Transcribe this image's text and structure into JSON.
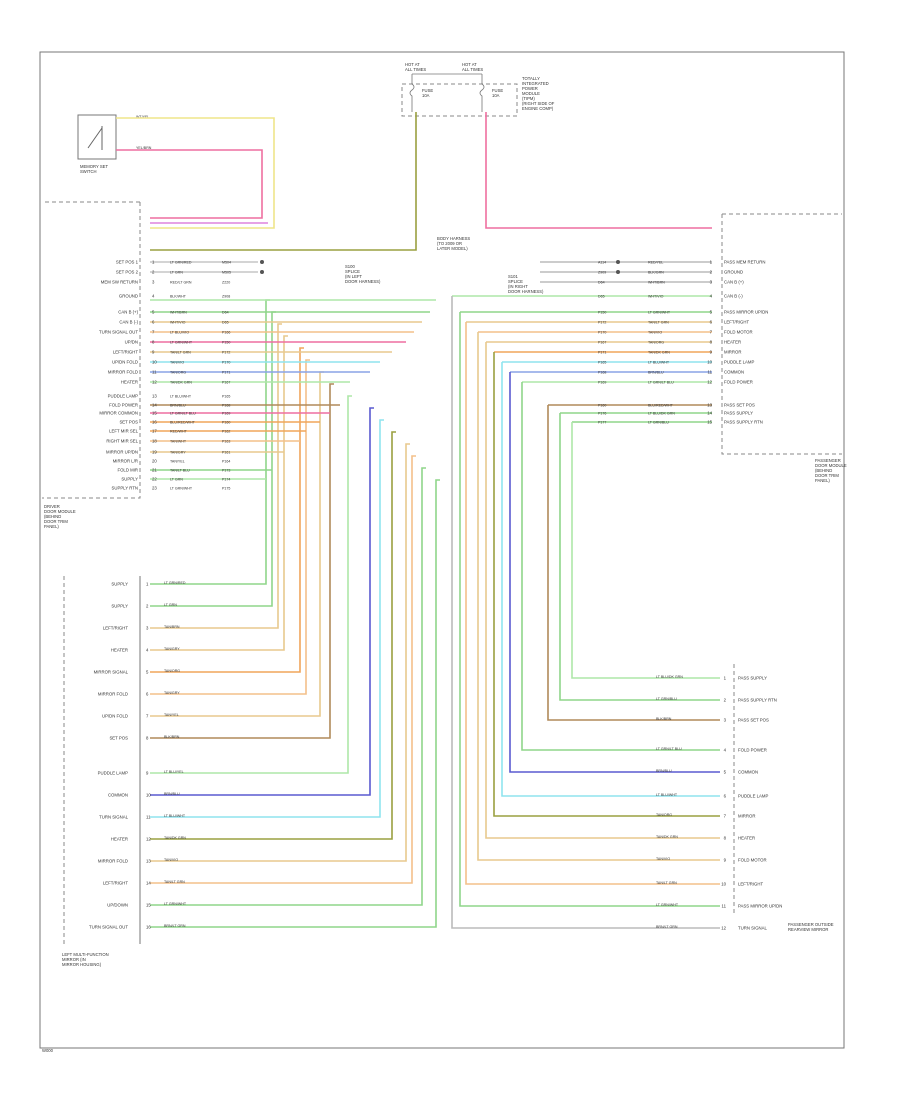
{
  "page_code": "W000",
  "fuse_header": {
    "left": {
      "title": "HOT AT\nALL TIMES",
      "fuse": "FUSE\n10A"
    },
    "right": {
      "title": "HOT AT\nALL TIMES",
      "fuse": "FUSE\n10A",
      "desc": "TOTALLY\nINTEGRATED\nPOWER\nMODULE\n(TIPM)\n(RIGHT SIDE OF\nENGINE COMP)"
    }
  },
  "memory_switch": {
    "label": "MEMORY SET\nSWITCH",
    "wire_top": "WT/YEL",
    "wire_bot": "YEL/BRN"
  },
  "splice_left": {
    "label": "S100\nSPLICE\n(IN LEFT\nDOOR HARNESS)"
  },
  "splice_right": {
    "label": "S101\nSPLICE\n(IN RIGHT\nDOOR HARNESS)"
  },
  "center_note": "BODY HARNESS\n(TO 2009 OR\nLATER MODEL)",
  "left_door_module": {
    "label": "DRIVER\nDOOR MODULE\n(BEHIND\nDOOR TRIM\nPANEL)",
    "pins": [
      {
        "num": "1",
        "name": "SET POS 1",
        "color": "LT GRN/RED",
        "wire": "M504"
      },
      {
        "num": "2",
        "name": "SET POS 2",
        "color": "LT GRN",
        "wire": "M505"
      },
      {
        "num": "3",
        "name": "MEM SW RETURN",
        "color": "RED/LT GRN",
        "wire": "Z220"
      },
      {
        "num": "4",
        "name": "GROUND",
        "color": "BLK/WHT",
        "wire": "Z908"
      },
      {
        "num": "5",
        "name": "CAN B (+)",
        "color": "WHT/BRN",
        "wire": "D64"
      },
      {
        "num": "6",
        "name": "CAN B (-)",
        "color": "WHT/VIO",
        "wire": "D65"
      },
      {
        "num": "7",
        "name": "TURN SIGNAL OUT",
        "color": "LT BLU/VIO",
        "wire": "P166"
      },
      {
        "num": "8",
        "name": "UP/DN",
        "color": "LT GRN/WHT",
        "wire": "P150"
      },
      {
        "num": "9",
        "name": "LEFT/RIGHT",
        "color": "TAN/LT GRN",
        "wire": "P172"
      },
      {
        "num": "10",
        "name": "UP/DN FOLD",
        "color": "TAN/VIO",
        "wire": "P170"
      },
      {
        "num": "11",
        "name": "MIRROR FOLD",
        "color": "TAN/ORG",
        "wire": "P171"
      },
      {
        "num": "12",
        "name": "HEATER",
        "color": "TAN/DK GRN",
        "wire": "P167"
      },
      {
        "num": "13",
        "name": "PUDDLE LAMP",
        "color": "LT BLU/WHT",
        "wire": "P165"
      },
      {
        "num": "14",
        "name": "FOLD POWER",
        "color": "BRN/BLU",
        "wire": "P168"
      },
      {
        "num": "15",
        "name": "MIRROR COMMON",
        "color": "LT GRN/LT BLU",
        "wire": "P169"
      },
      {
        "num": "16",
        "name": "SET POS",
        "color": "BLU/RED/WHT",
        "wire": "P160"
      },
      {
        "num": "17",
        "name": "LEFT MIR SEL",
        "color": "RED/WHT",
        "wire": "P162"
      },
      {
        "num": "18",
        "name": "RIGHT MIR SEL",
        "color": "TAN/WHT",
        "wire": "P163"
      },
      {
        "num": "19",
        "name": "MIRROR UP/DN",
        "color": "TAN/GRY",
        "wire": "P161"
      },
      {
        "num": "20",
        "name": "MIRROR L/R",
        "color": "TAN/YEL",
        "wire": "P164"
      },
      {
        "num": "21",
        "name": "FOLD MIR",
        "color": "TAN/LT BLU",
        "wire": "P173"
      },
      {
        "num": "22",
        "name": "SUPPLY",
        "color": "LT GRN",
        "wire": "P174"
      },
      {
        "num": "23",
        "name": "SUPPLY RTN",
        "color": "LT GRN/WHT",
        "wire": "P175"
      }
    ]
  },
  "right_door_module": {
    "label": "PASSENGER\nDOOR MODULE\n(BEHIND\nDOOR TRIM\nPANEL)",
    "pins": [
      {
        "num": "1",
        "name": "PASS MEM RETURN",
        "color": "RED/YEL",
        "wire": "A114"
      },
      {
        "num": "2",
        "name": "GROUND",
        "color": "BLK/GRN",
        "wire": "Z909"
      },
      {
        "num": "3",
        "name": "CAN B (+)",
        "color": "WHT/BRN",
        "wire": "D64"
      },
      {
        "num": "4",
        "name": "CAN B (-)",
        "color": "WHT/VIO",
        "wire": "D65"
      },
      {
        "num": "5",
        "name": "PASS MIRROR UP/DN",
        "color": "LT GRN/WHT",
        "wire": "P150"
      },
      {
        "num": "6",
        "name": "LEFT/RIGHT",
        "color": "TAN/LT GRN",
        "wire": "P172"
      },
      {
        "num": "7",
        "name": "FOLD MOTOR",
        "color": "TAN/VIO",
        "wire": "P170"
      },
      {
        "num": "8",
        "name": "HEATER",
        "color": "TAN/ORG",
        "wire": "P167"
      },
      {
        "num": "9",
        "name": "MIRROR",
        "color": "TAN/DK GRN",
        "wire": "P171"
      },
      {
        "num": "10",
        "name": "PUDDLE LAMP",
        "color": "LT BLU/WHT",
        "wire": "P165"
      },
      {
        "num": "11",
        "name": "COMMON",
        "color": "BRN/BLU",
        "wire": "P168"
      },
      {
        "num": "12",
        "name": "FOLD POWER",
        "color": "LT GRN/LT BLU",
        "wire": "P169"
      },
      {
        "num": "13",
        "name": "PASS SET POS",
        "color": "BLU/RED/WHT",
        "wire": "P160"
      },
      {
        "num": "14",
        "name": "PASS SUPPLY",
        "color": "LT BLU/DK GRN",
        "wire": "P176"
      },
      {
        "num": "15",
        "name": "PASS SUPPLY RTN",
        "color": "LT GRN/BLU",
        "wire": "P177"
      }
    ]
  },
  "left_mirror": {
    "label": "LEFT MULTI-FUNCTION\nMIRROR (IN\nMIRROR HOUSING)",
    "pins": [
      {
        "num": "1",
        "name": "SUPPLY",
        "color": "LT GRN/RED"
      },
      {
        "num": "2",
        "name": "SUPPLY",
        "color": "LT GRN"
      },
      {
        "num": "3",
        "name": "LEFT/RIGHT",
        "color": "TAN/BRN"
      },
      {
        "num": "4",
        "name": "HEATER",
        "color": "TAN/GRY"
      },
      {
        "num": "5",
        "name": "MIRROR SIGNAL",
        "color": "TAN/ORG"
      },
      {
        "num": "6",
        "name": "MIRROR FOLD",
        "color": "TAN/GRY"
      },
      {
        "num": "7",
        "name": "UP/DN FOLD",
        "color": "TAN/YEL"
      },
      {
        "num": "8",
        "name": "SET POS",
        "color": "BLK/BRN"
      },
      {
        "num": "9",
        "name": "PUDDLE LAMP",
        "color": "LT BLU/YEL"
      },
      {
        "num": "10",
        "name": "COMMON",
        "color": "BRN/BLU"
      },
      {
        "num": "11",
        "name": "TURN SIGNAL",
        "color": "LT BLU/WHT"
      },
      {
        "num": "12",
        "name": "HEATER",
        "color": "TAN/DK GRN"
      },
      {
        "num": "13",
        "name": "MIRROR FOLD",
        "color": "TAN/VIO"
      },
      {
        "num": "14",
        "name": "LEFT/RIGHT",
        "color": "TAN/LT GRN"
      },
      {
        "num": "15",
        "name": "UP/DOWN",
        "color": "LT GRN/WHT"
      },
      {
        "num": "16",
        "name": "TURN SIGNAL OUT",
        "color": "BRN/LT GRN"
      }
    ]
  },
  "right_mirror": {
    "label": "PASSENGER OUTSIDE\nREARVIEW MIRROR",
    "pins": [
      {
        "num": "1",
        "name": "PASS SUPPLY",
        "color": "LT BLU/DK GRN"
      },
      {
        "num": "2",
        "name": "PASS SUPPLY RTN",
        "color": "LT GRN/BLU"
      },
      {
        "num": "3",
        "name": "PASS SET POS",
        "color": "BLK/BRN"
      },
      {
        "num": "4",
        "name": "FOLD POWER",
        "color": "LT GRN/LT BLU"
      },
      {
        "num": "5",
        "name": "COMMON",
        "color": "BRN/BLU"
      },
      {
        "num": "6",
        "name": "PUDDLE LAMP",
        "color": "LT BLU/WHT"
      },
      {
        "num": "7",
        "name": "MIRROR",
        "color": "TAN/ORG"
      },
      {
        "num": "8",
        "name": "HEATER",
        "color": "TAN/DK GRN"
      },
      {
        "num": "9",
        "name": "FOLD MOTOR",
        "color": "TAN/VIO"
      },
      {
        "num": "10",
        "name": "LEFT/RIGHT",
        "color": "TAN/LT GRN"
      },
      {
        "num": "11",
        "name": "PASS MIRROR UP/DN",
        "color": "LT GRN/WHT"
      },
      {
        "num": "12",
        "name": "TURN SIGNAL",
        "color": "BRN/LT GRN"
      }
    ]
  },
  "wire_colors": {
    "yellow": "#efe58a",
    "pink": "#ee6fa0",
    "magenta": "#d66ad6",
    "olive": "#9aa040",
    "green": "#8fd58a",
    "ltgreen": "#aee7a8",
    "tan": "#e8c98e",
    "orange": "#f0a55a",
    "cyan": "#8fe4ee",
    "blue": "#8aa4e6",
    "navy": "#5a5ad0",
    "red": "#e47777",
    "brown": "#b08a5a",
    "peach": "#f3c08a",
    "gray": "#bbbbbb"
  }
}
